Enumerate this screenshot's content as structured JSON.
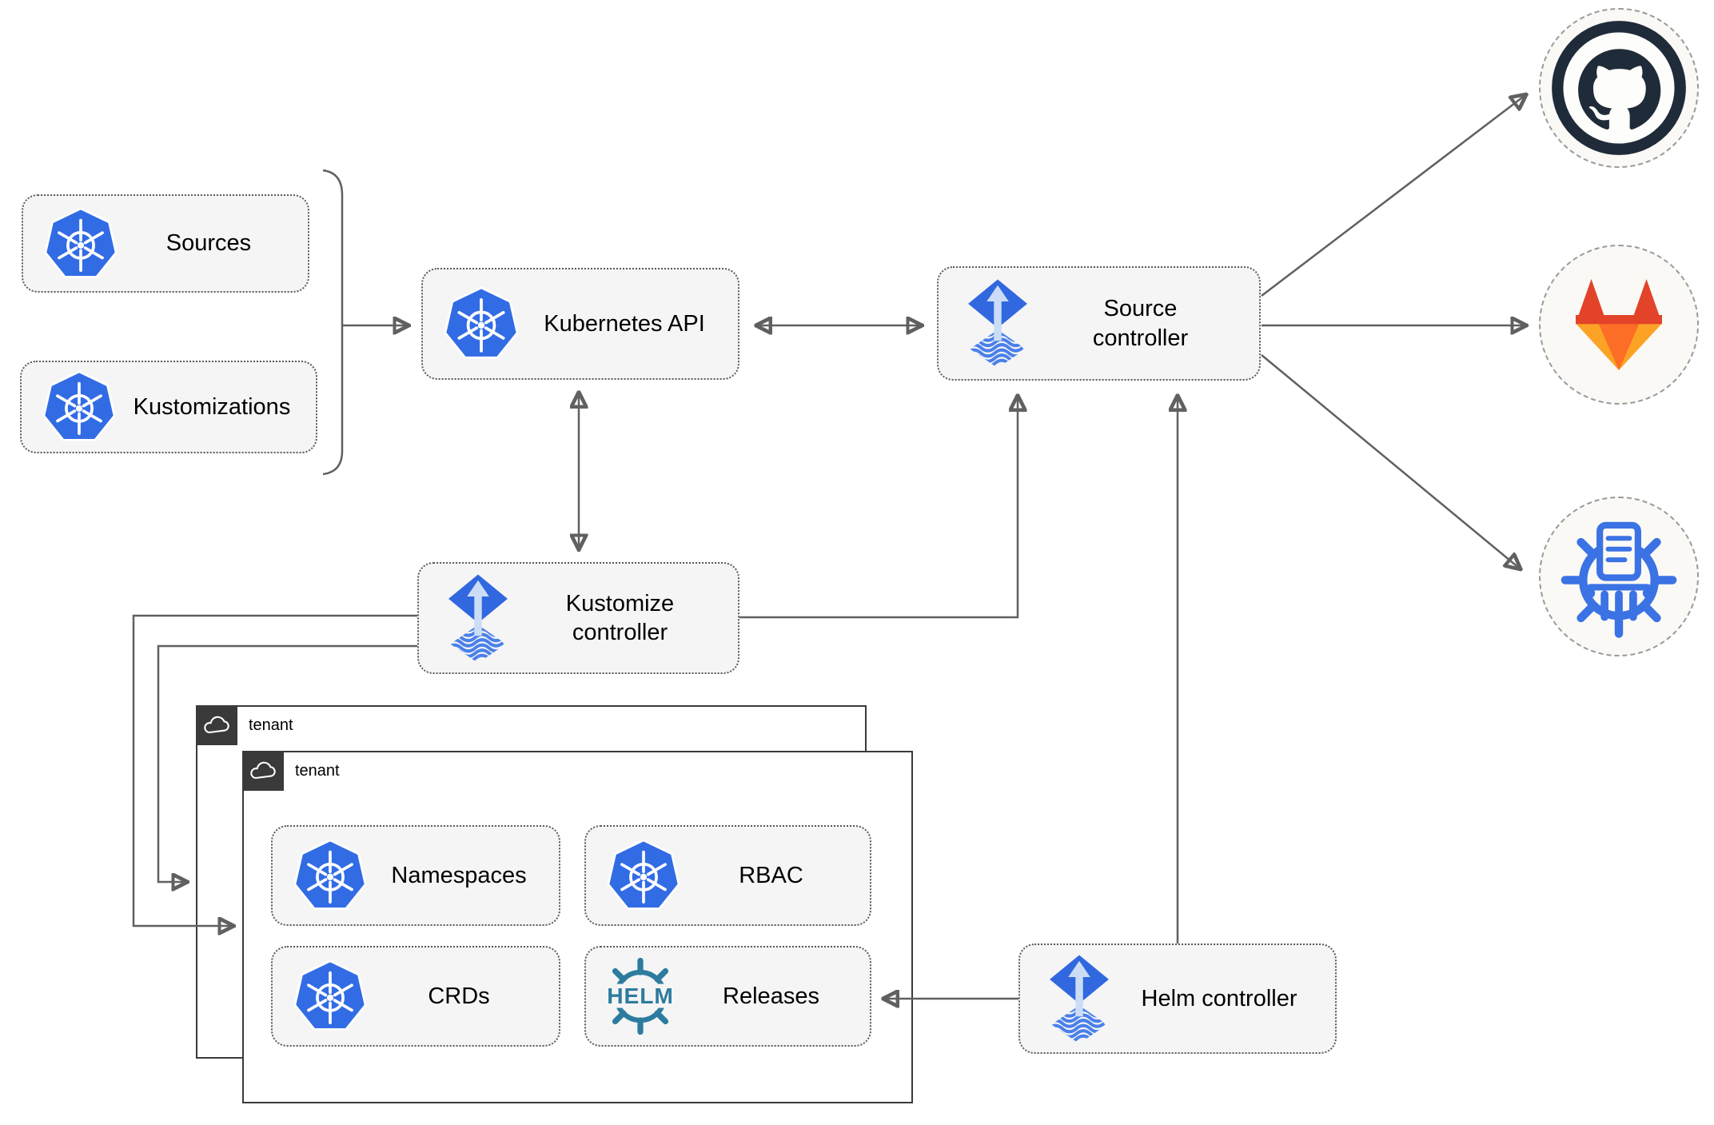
{
  "nodes": {
    "sources": "Sources",
    "kustomizations": "Kustomizations",
    "kubernetes_api": "Kubernetes API",
    "source_controller": "Source controller",
    "kustomize_controller": "Kustomize controller",
    "helm_controller": "Helm controller",
    "namespaces": "Namespaces",
    "rbac": "RBAC",
    "crds": "CRDs",
    "releases": "Releases"
  },
  "tenants": {
    "back_label": "tenant",
    "front_label": "tenant"
  },
  "icons": {
    "kubernetes": {
      "name": "kubernetes-icon",
      "color": "#326CE5"
    },
    "flux": {
      "name": "flux-icon",
      "color": "#3168E0",
      "arrow_color": "#CBDDF6"
    },
    "helm": {
      "name": "helm-logo",
      "color": "#2D7C9F",
      "text": "HELM"
    },
    "cloud": {
      "name": "cloud-icon",
      "color": "#FFFFFF"
    },
    "github": {
      "name": "github-icon",
      "color": "#1F2B38"
    },
    "gitlab": {
      "name": "gitlab-icon",
      "colors": [
        "#E24329",
        "#FC6D26",
        "#FCA326"
      ]
    },
    "chartmuseum": {
      "name": "chartmuseum-icon",
      "color": "#3B72E4"
    }
  },
  "colors": {
    "node_fill": "#F5F5F5",
    "dotted_border": "#5A5A5A",
    "tenant_border": "#3A3A3A",
    "arrow": "#606060",
    "circle_fill": "#FAF9F6"
  },
  "edges": [
    {
      "from": "sources+kustomizations",
      "to": "kubernetes-api",
      "type": "brace-arrow"
    },
    {
      "from": "kubernetes-api",
      "to": "source-controller",
      "type": "bidirectional"
    },
    {
      "from": "kubernetes-api",
      "to": "kustomize-controller",
      "type": "bidirectional"
    },
    {
      "from": "kustomize-controller",
      "to": "source-controller",
      "type": "arrow"
    },
    {
      "from": "helm-controller",
      "to": "source-controller",
      "type": "arrow"
    },
    {
      "from": "helm-controller",
      "to": "releases",
      "type": "arrow"
    },
    {
      "from": "kustomize-controller",
      "to": "tenant-front",
      "type": "arrow"
    },
    {
      "from": "kustomize-controller",
      "to": "tenant-back",
      "type": "arrow"
    },
    {
      "from": "source-controller",
      "to": "github",
      "type": "arrow"
    },
    {
      "from": "source-controller",
      "to": "gitlab",
      "type": "arrow"
    },
    {
      "from": "source-controller",
      "to": "chartmuseum",
      "type": "arrow"
    }
  ]
}
